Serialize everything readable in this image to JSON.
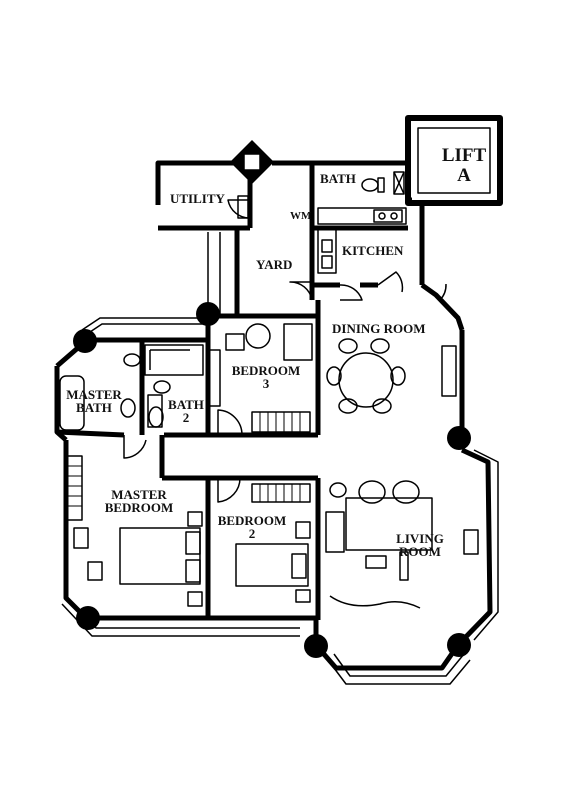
{
  "rooms": {
    "lift": [
      "LIFT",
      "A"
    ],
    "utility": "UTILITY",
    "bath": "BATH",
    "wm": "WM",
    "kitchen": "KITCHEN",
    "yard": "YARD",
    "dining_room": "DINING ROOM",
    "bedroom_3": [
      "BEDROOM",
      "3"
    ],
    "master_bath": [
      "MASTER",
      "BATH"
    ],
    "bath_2": [
      "BATH",
      "2"
    ],
    "master_bedroom": [
      "MASTER",
      "BEDROOM"
    ],
    "bedroom_2": [
      "BEDROOM",
      "2"
    ],
    "living_room": [
      "LIVING",
      "ROOM"
    ]
  },
  "colors": {
    "wall": "#000000",
    "furniture": "#222222",
    "background": "#ffffff"
  }
}
